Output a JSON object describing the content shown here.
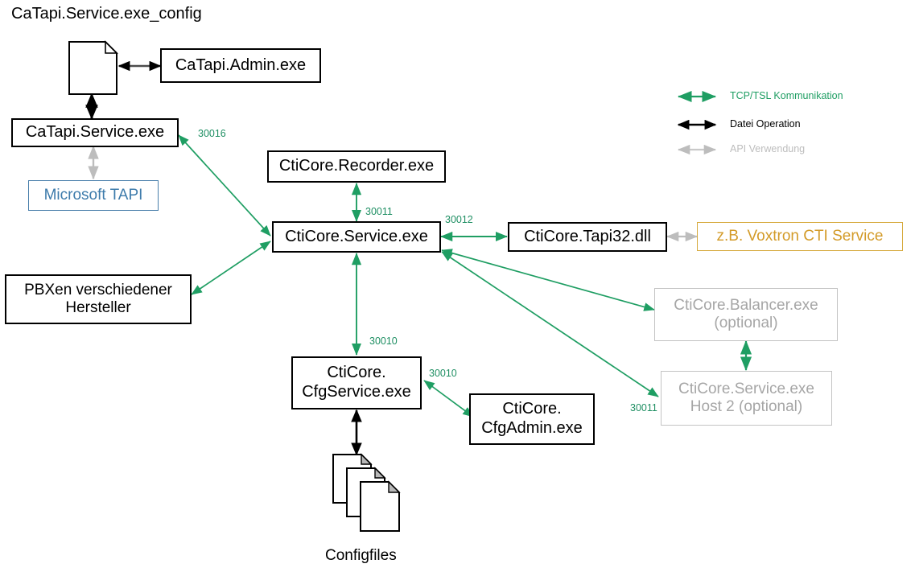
{
  "diagram": {
    "title": "CaTapi.Service.exe_config",
    "colors": {
      "tcp_green": "#1f9e63",
      "file_black": "#000000",
      "api_gray": "#bdbdbd",
      "tapi_blue": "#3d7bab",
      "voxtron_orange": "#d39b29",
      "optional_gray": "#a6a6a6"
    },
    "nodes": {
      "catapi_admin": "CaTapi.Admin.exe",
      "catapi_service": "CaTapi.Service.exe",
      "microsoft_tapi": "Microsoft TAPI",
      "cticore_recorder": "CtiCore.Recorder.exe",
      "cticore_service": "CtiCore.Service.exe",
      "cticore_tapi32": "CtiCore.Tapi32.dll",
      "voxtron": "z.B. Voxtron CTI Service",
      "pbxen_line1": "PBXen verschiedener",
      "pbxen_line2": "Hersteller",
      "balancer_line1": "CtiCore.Balancer.exe",
      "balancer_line2": "(optional)",
      "host2_line1": "CtiCore.Service.exe",
      "host2_line2": "Host 2 (optional)",
      "cfgservice_line1": "CtiCore.",
      "cfgservice_line2": "CfgService.exe",
      "cfgadmin_line1": "CtiCore.",
      "cfgadmin_line2": "CfgAdmin.exe",
      "configfiles_label": "Configfiles"
    },
    "ports": {
      "catapi_to_cticore": "30016",
      "recorder_to_service": "30011",
      "service_to_tapi32": "30012",
      "service_to_cfgservice": "30010",
      "cfgservice_to_cfgadmin": "30010",
      "service_to_host2": "30011"
    },
    "legend": [
      {
        "id": "tcp",
        "label": "TCP/TSL Kommunikation",
        "color": "#1f9e63"
      },
      {
        "id": "file",
        "label": "Datei Operation",
        "color": "#000000"
      },
      {
        "id": "api",
        "label": "API Verwendung",
        "color": "#bdbdbd"
      }
    ]
  }
}
